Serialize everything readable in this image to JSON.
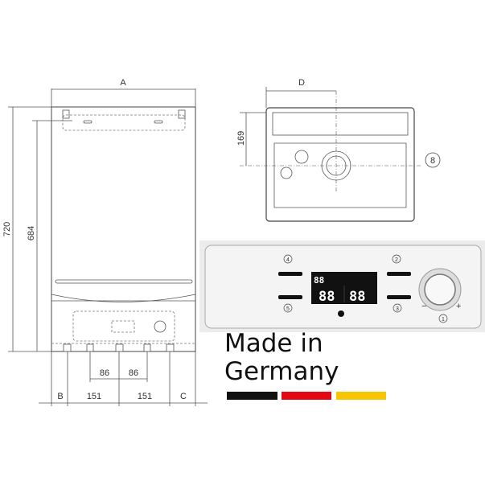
{
  "front_view": {
    "dim_width": "A",
    "dim_height_total": "720",
    "dim_height_mount": "684",
    "dim_pipe_spacing_left": "86",
    "dim_pipe_spacing_right": "86",
    "dim_left_offset": "B",
    "dim_left_span": "151",
    "dim_right_span": "151",
    "dim_right_offset": "C"
  },
  "top_view": {
    "dim_depth": "D",
    "dim_flue_offset": "169",
    "callout": "8"
  },
  "control_panel": {
    "callouts": [
      "1",
      "2",
      "3",
      "4",
      "5"
    ],
    "display_top": "88",
    "display_left": "88",
    "display_right": "88",
    "knob_minus": "−",
    "knob_plus": "+"
  },
  "origin": {
    "line1": "Made in",
    "line2": "Germany",
    "flag_colors": [
      "#111111",
      "#e30613",
      "#f7c600"
    ]
  }
}
